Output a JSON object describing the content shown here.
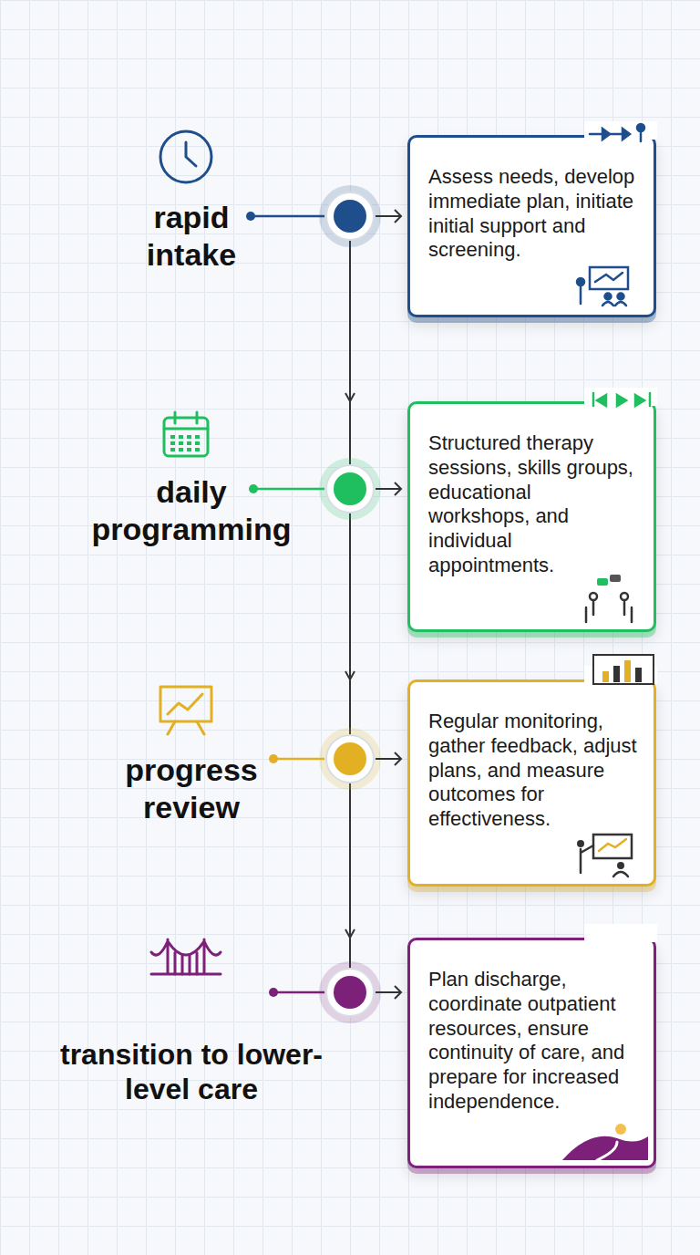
{
  "diagram": {
    "nodes": [
      {
        "text": [
          "rapid intake",
          "Assess needs, develop immediate plan, initiate initial support and screening."
        ]
      },
      {
        "text": [
          "daily programming",
          "Structured therapy sessions, skills groups, educational workshops, and individual appointments."
        ]
      },
      {
        "text": [
          "progress review",
          "Regular monitoring, gather feedback, adjust plans, and measure outcomes for effectiveness."
        ]
      },
      {
        "text": [
          "transition to lower-level care",
          "Plan discharge, coordinate outpatient resources, ensure continuity of care, and prepare for increased independence."
        ]
      }
    ],
    "edges": [
      {
        "from": 0,
        "to": 1,
        "arrow": "to"
      },
      {
        "from": 1,
        "to": 2,
        "arrow": "to"
      },
      {
        "from": 2,
        "to": 3,
        "arrow": "to"
      }
    ]
  }
}
